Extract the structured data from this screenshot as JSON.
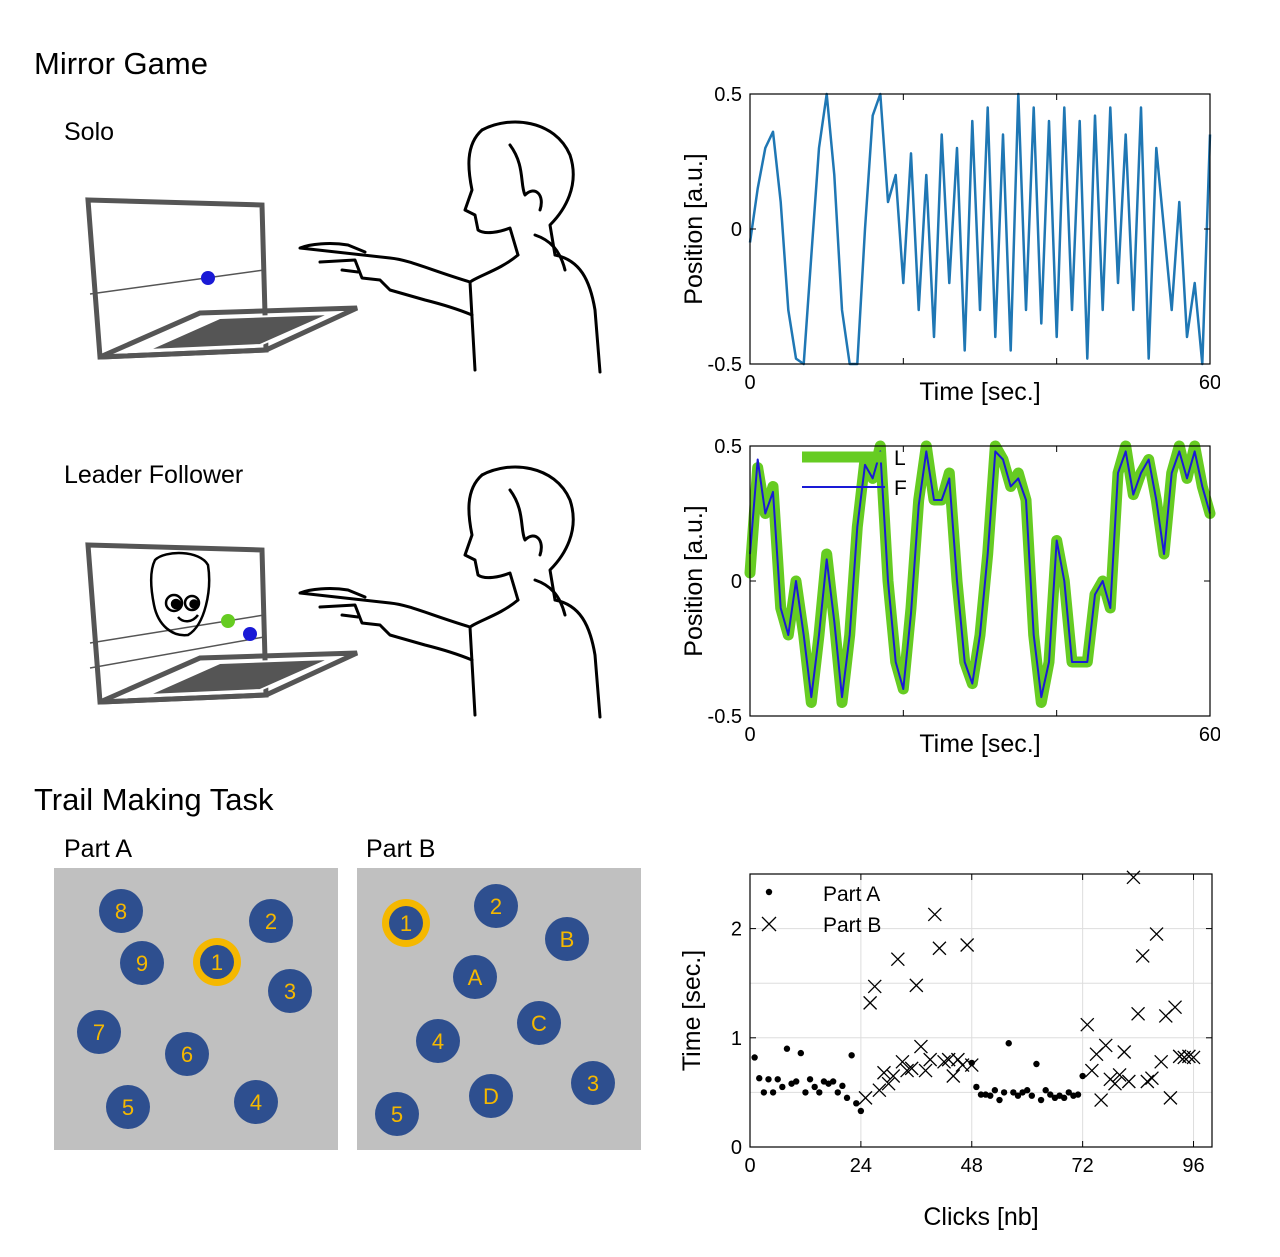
{
  "sections": {
    "mirror_game": {
      "title": "Mirror Game",
      "solo_label": "Solo",
      "leader_follower_label": "Leader Follower"
    },
    "trail_making": {
      "title": "Trail Making Task",
      "part_a_label": "Part A",
      "part_b_label": "Part B"
    }
  },
  "trail_boards": {
    "part_a": {
      "circles": [
        "8",
        "2",
        "9",
        "1",
        "3",
        "7",
        "6",
        "5",
        "4"
      ],
      "highlighted": "1"
    },
    "part_b": {
      "circles": [
        "1",
        "2",
        "B",
        "A",
        "C",
        "4",
        "3",
        "5",
        "D"
      ],
      "highlighted": "1"
    }
  },
  "colors": {
    "solo_line": "#1f77b4",
    "leader": "#66cc22",
    "follower": "#1a1ad6",
    "token_fill": "#2e4f8f",
    "token_text": "#f5b800",
    "highlight_ring": "#f5b800",
    "board_bg": "#c0c0c0"
  },
  "chart_data": [
    {
      "type": "line",
      "xlabel": "Time [sec.]",
      "ylabel": "Position [a.u.]",
      "xlim": [
        0,
        60
      ],
      "ylim": [
        -0.5,
        0.5
      ],
      "xticks": [
        "0",
        "60"
      ],
      "yticks": [
        "-0.5",
        "0",
        "0.5"
      ],
      "series": [
        {
          "x": [
            0,
            1,
            2,
            3,
            4,
            5,
            6,
            7,
            8,
            9,
            10,
            11,
            12,
            13,
            14,
            15,
            16,
            17,
            18,
            19,
            20,
            21,
            22,
            23,
            24,
            25,
            26,
            27,
            28,
            29,
            30,
            31,
            32,
            33,
            34,
            35,
            36,
            37,
            38,
            39,
            40,
            41,
            42,
            43,
            44,
            45,
            46,
            47,
            48,
            49,
            50,
            51,
            52,
            53,
            54,
            55,
            56,
            57,
            58,
            59,
            60
          ],
          "y": [
            -0.05,
            0.15,
            0.3,
            0.36,
            0.1,
            -0.3,
            -0.48,
            -0.5,
            -0.1,
            0.3,
            0.5,
            0.2,
            -0.3,
            -0.5,
            -0.5,
            0.0,
            0.42,
            0.5,
            0.1,
            0.2,
            -0.2,
            0.28,
            -0.3,
            0.2,
            -0.4,
            0.35,
            -0.2,
            0.3,
            -0.45,
            0.4,
            -0.3,
            0.45,
            -0.4,
            0.35,
            -0.45,
            0.5,
            -0.3,
            0.45,
            -0.35,
            0.4,
            -0.4,
            0.45,
            -0.3,
            0.4,
            -0.48,
            0.42,
            -0.3,
            0.45,
            -0.2,
            0.35,
            -0.3,
            0.45,
            -0.48,
            0.3,
            0.0,
            -0.3,
            0.1,
            -0.4,
            -0.2,
            -0.5,
            0.35
          ]
        }
      ]
    },
    {
      "type": "line",
      "xlabel": "Time [sec.]",
      "ylabel": "Position [a.u.]",
      "xlim": [
        0,
        60
      ],
      "ylim": [
        -0.5,
        0.5
      ],
      "xticks": [
        "0",
        "60"
      ],
      "yticks": [
        "-0.5",
        "0",
        "0.5"
      ],
      "legend": "top-left",
      "series": [
        {
          "name": "L",
          "x": [
            0,
            1,
            2,
            3,
            4,
            5,
            6,
            7,
            8,
            9,
            10,
            11,
            12,
            13,
            14,
            15,
            16,
            17,
            18,
            19,
            20,
            21,
            22,
            23,
            24,
            25,
            26,
            27,
            28,
            29,
            30,
            31,
            32,
            33,
            34,
            35,
            36,
            37,
            38,
            39,
            40,
            41,
            42,
            43,
            44,
            45,
            46,
            47,
            48,
            49,
            50,
            51,
            52,
            53,
            54,
            55,
            56,
            57,
            58,
            59,
            60
          ],
          "y": [
            0.03,
            0.42,
            0.25,
            0.35,
            -0.1,
            -0.2,
            0.0,
            -0.2,
            -0.45,
            -0.2,
            0.1,
            -0.15,
            -0.45,
            -0.2,
            0.2,
            0.45,
            0.38,
            0.5,
            0.0,
            -0.3,
            -0.4,
            -0.1,
            0.3,
            0.5,
            0.3,
            0.3,
            0.4,
            0.0,
            -0.3,
            -0.38,
            -0.2,
            0.1,
            0.5,
            0.45,
            0.35,
            0.4,
            0.3,
            -0.2,
            -0.45,
            -0.3,
            0.15,
            0.0,
            -0.3,
            -0.3,
            -0.3,
            -0.05,
            0.0,
            -0.1,
            0.4,
            0.5,
            0.32,
            0.4,
            0.45,
            0.3,
            0.1,
            0.4,
            0.5,
            0.38,
            0.5,
            0.35,
            0.25
          ]
        },
        {
          "name": "F",
          "x": [
            0,
            1,
            2,
            3,
            4,
            5,
            6,
            7,
            8,
            9,
            10,
            11,
            12,
            13,
            14,
            15,
            16,
            17,
            18,
            19,
            20,
            21,
            22,
            23,
            24,
            25,
            26,
            27,
            28,
            29,
            30,
            31,
            32,
            33,
            34,
            35,
            36,
            37,
            38,
            39,
            40,
            41,
            42,
            43,
            44,
            45,
            46,
            47,
            48,
            49,
            50,
            51,
            52,
            53,
            54,
            55,
            56,
            57,
            58,
            59,
            60
          ],
          "y": [
            0.1,
            0.45,
            0.25,
            0.33,
            -0.1,
            -0.2,
            0.0,
            -0.2,
            -0.43,
            -0.2,
            0.08,
            -0.15,
            -0.43,
            -0.2,
            0.2,
            0.43,
            0.38,
            0.48,
            0.0,
            -0.3,
            -0.4,
            -0.12,
            0.28,
            0.48,
            0.3,
            0.3,
            0.38,
            0.0,
            -0.3,
            -0.38,
            -0.2,
            0.1,
            0.48,
            0.45,
            0.35,
            0.38,
            0.3,
            -0.2,
            -0.43,
            -0.3,
            0.15,
            0.0,
            -0.3,
            -0.3,
            -0.3,
            -0.05,
            0.0,
            -0.1,
            0.4,
            0.48,
            0.32,
            0.4,
            0.45,
            0.3,
            0.1,
            0.4,
            0.48,
            0.38,
            0.48,
            0.35,
            0.25
          ]
        }
      ]
    },
    {
      "type": "scatter",
      "xlabel": "Clicks [nb]",
      "ylabel": "Time [sec.]",
      "xlim": [
        0,
        100
      ],
      "ylim": [
        0,
        2.5
      ],
      "xticks": [
        "0",
        "24",
        "48",
        "72",
        "96"
      ],
      "yticks": [
        "0",
        "1",
        "2"
      ],
      "grid": true,
      "legend": "top-left",
      "series": [
        {
          "name": "Part A",
          "x": [
            1,
            2,
            3,
            4,
            5,
            6,
            7,
            8,
            9,
            10,
            11,
            12,
            13,
            14,
            15,
            16,
            17,
            18,
            19,
            20,
            21,
            22,
            23,
            24,
            48,
            49,
            50,
            51,
            52,
            53,
            54,
            55,
            56,
            57,
            58,
            59,
            60,
            61,
            62,
            63,
            64,
            65,
            66,
            67,
            68,
            69,
            70,
            71,
            72
          ],
          "y": [
            0.82,
            0.63,
            0.5,
            0.62,
            0.5,
            0.62,
            0.55,
            0.9,
            0.58,
            0.6,
            0.86,
            0.5,
            0.62,
            0.55,
            0.5,
            0.6,
            0.58,
            0.6,
            0.5,
            0.56,
            0.45,
            0.84,
            0.4,
            0.33,
            0.77,
            0.55,
            0.48,
            0.48,
            0.47,
            0.52,
            0.43,
            0.5,
            0.95,
            0.5,
            0.47,
            0.5,
            0.52,
            0.47,
            0.76,
            0.43,
            0.52,
            0.48,
            0.45,
            0.47,
            0.45,
            0.5,
            0.47,
            0.48,
            0.65
          ]
        },
        {
          "name": "Part B",
          "x": [
            25,
            26,
            27,
            28,
            29,
            30,
            31,
            32,
            33,
            34,
            35,
            36,
            37,
            38,
            39,
            40,
            41,
            42,
            43,
            44,
            45,
            46,
            47,
            48,
            73,
            74,
            75,
            76,
            77,
            78,
            79,
            80,
            81,
            82,
            83,
            84,
            85,
            86,
            87,
            88,
            89,
            90,
            91,
            92,
            93,
            94,
            95,
            96
          ],
          "y": [
            0.45,
            1.32,
            1.47,
            0.52,
            0.68,
            0.58,
            0.65,
            1.72,
            0.78,
            0.7,
            0.72,
            1.48,
            0.92,
            0.7,
            0.8,
            2.13,
            1.82,
            0.78,
            0.8,
            0.65,
            0.8,
            0.75,
            1.85,
            0.75,
            1.12,
            0.7,
            0.85,
            0.43,
            0.93,
            0.62,
            0.58,
            0.66,
            0.87,
            0.6,
            2.47,
            1.22,
            1.75,
            0.6,
            0.63,
            1.95,
            0.78,
            1.2,
            0.45,
            1.28,
            0.83,
            0.82,
            0.83,
            0.82
          ]
        }
      ]
    }
  ]
}
